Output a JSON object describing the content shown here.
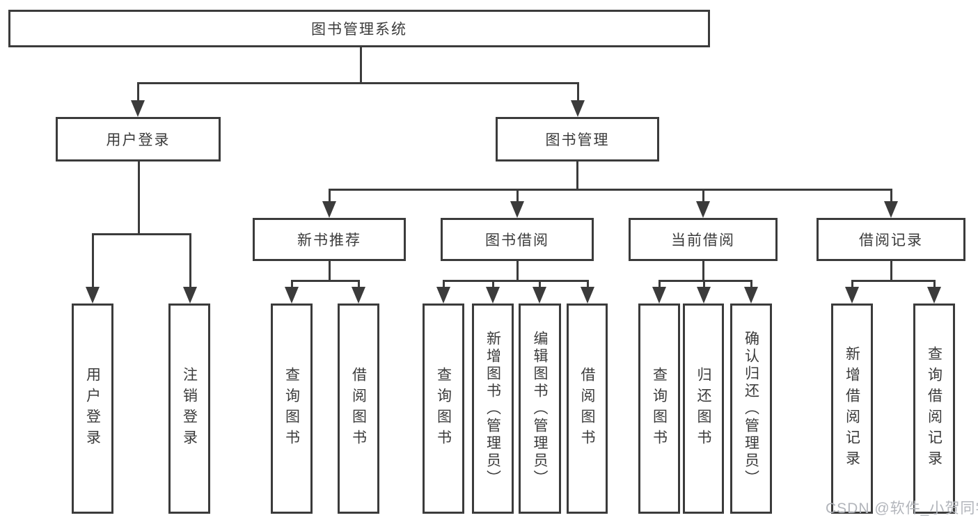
{
  "diagram_type": "hierarchy-tree",
  "colors": {
    "line": "#3b3b3b",
    "text": "#3b3b3b",
    "background": "#ffffff",
    "watermark": "#b2b5bb"
  },
  "root": {
    "label": "图书管理系统"
  },
  "branches": {
    "user_login": {
      "label": "用户登录",
      "children": [
        "用户登录",
        "注销登录"
      ]
    },
    "book_mgmt": {
      "label": "图书管理",
      "children": {
        "new_book_rec": {
          "label": "新书推荐",
          "children": [
            "查询图书",
            "借阅图书"
          ]
        },
        "book_borrow": {
          "label": "图书借阅",
          "children": [
            "查询图书",
            "新增图书（管理员）",
            "编辑图书（管理员）",
            "借阅图书"
          ]
        },
        "current_borrow": {
          "label": "当前借阅",
          "children": [
            "查询图书",
            "归还图书",
            "确认归还（管理员）"
          ]
        },
        "borrow_record": {
          "label": "借阅记录",
          "children": [
            "新增借阅记录",
            "查询借阅记录"
          ]
        }
      }
    }
  },
  "watermark": {
    "text": "CSDN @软件_小贺同学"
  }
}
